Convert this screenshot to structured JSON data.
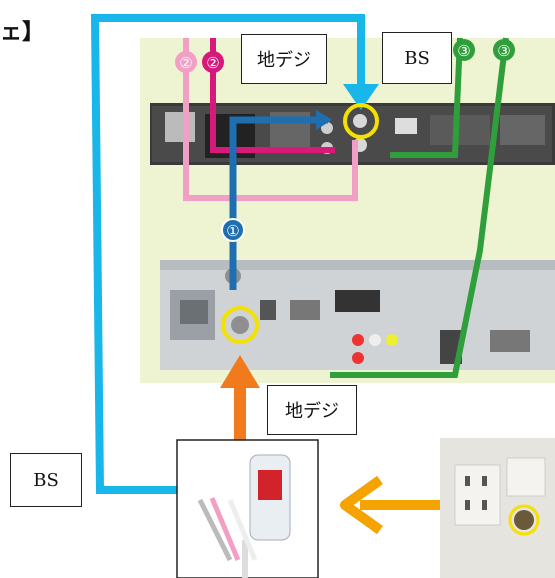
{
  "heading": "ェ】",
  "labels": {
    "chideji_top": "地デジ",
    "bs_top": "BS",
    "chideji_bottom": "地デジ",
    "bs_left": "BS"
  },
  "badges": {
    "pink": "②",
    "magenta": "②",
    "green_a": "③",
    "green_b": "③",
    "blue": "①"
  },
  "colors": {
    "cyan_cable": "#19b6ea",
    "pink_cable": "#f29fc5",
    "magenta_cable": "#d6197a",
    "blue_cable": "#1f6fb0",
    "green_cable": "#2e9f3a",
    "orange_arrow": "#f07a1c",
    "yellow_ring": "#f5e100",
    "panel_bg": "#eef3d2"
  }
}
